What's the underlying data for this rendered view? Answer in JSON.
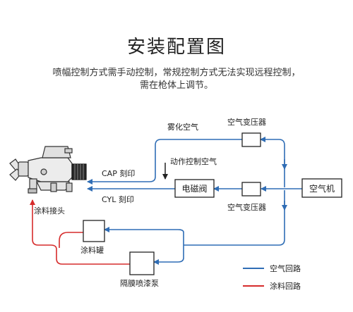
{
  "title": "安装配置图",
  "description_line1": "喷幅控制方式需手动控制，常规控制方式无法实现远程控制，",
  "description_line2": "需在枪体上调节。",
  "labels": {
    "atomizing_air": "雾化空气",
    "regulator_top": "空气变压器",
    "action_control_air": "动作控制空气",
    "cap_mark": "CAP 刻印",
    "cyl_mark": "CYL 刻印",
    "solenoid_valve": "电磁阀",
    "air_compressor": "空气机",
    "regulator_bottom": "空气变压器",
    "paint_connector": "涂料接头",
    "paint_tank": "涂料罐",
    "diaphragm_pump": "隔膜喷漆泵",
    "legend_air": "空气回路",
    "legend_paint": "涂料回路"
  },
  "colors": {
    "air": "#2f6db5",
    "paint": "#d62b2b"
  }
}
